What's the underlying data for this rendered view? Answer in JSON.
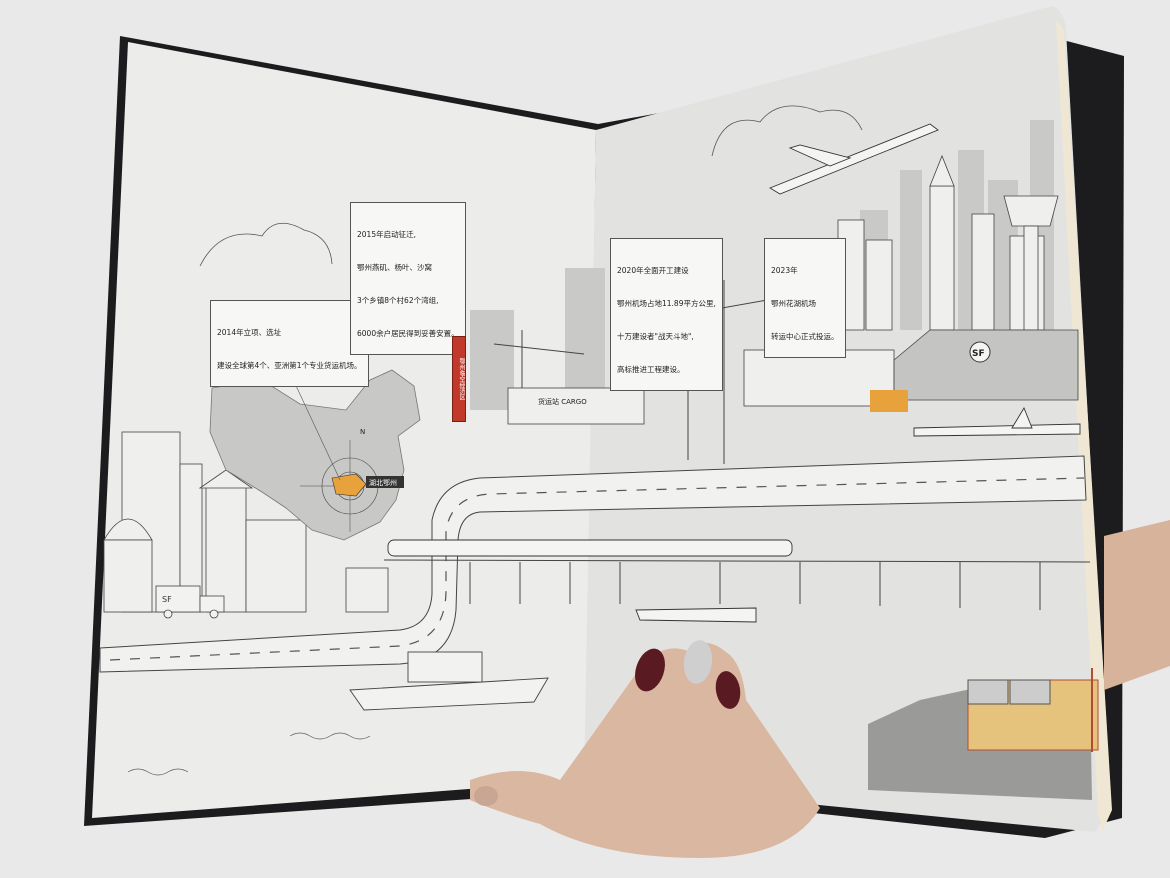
{
  "callouts": {
    "c2014": {
      "year_line": "2014年立项、选址",
      "text": "建设全球第4个、亚洲第1个专业货运机场。"
    },
    "c2015": {
      "year_line": "2015年启动征迁,",
      "lines": [
        "鄂州燕矶、杨叶、沙窝",
        "3个乡镇8个村62个湾组,",
        "6000余户居民得到妥善安置。"
      ]
    },
    "c2020": {
      "year_line": "2020年全面开工建设",
      "lines": [
        "鄂州机场占地11.89平方公里,",
        "十万建设者\"战天斗地\",",
        "高标推进工程建设。"
      ]
    },
    "c2023": {
      "year_line": "2023年",
      "lines": [
        "鄂州花湖机场",
        "转运中心正式投运。"
      ]
    }
  },
  "map": {
    "location_label": "湖北鄂州",
    "north_label": "N"
  },
  "sign_vertical": "鄂州临空经济区",
  "cargo_sign": "货运站 CARGO",
  "sf_logo": "SF",
  "truck_logo": "SF",
  "colors": {
    "page": "#ededeb",
    "right_page": "#e1e1df",
    "cover": "#1c1c1e",
    "accent_orange": "#e8a23c",
    "accent_red": "#c0392b",
    "line": "#4a4a4a",
    "skin": "#d9b7a1",
    "nail": "#5a1a22"
  }
}
